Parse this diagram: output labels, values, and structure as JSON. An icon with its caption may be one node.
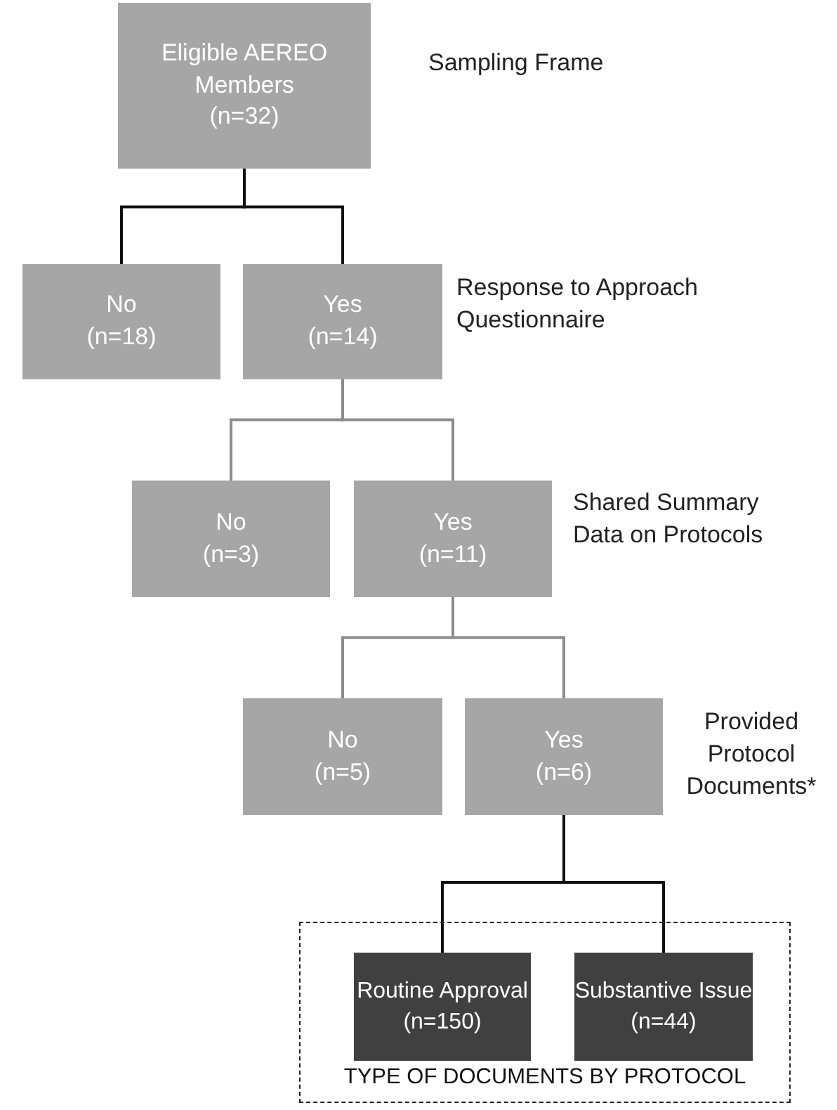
{
  "diagram": {
    "nodes": [
      {
        "text": [
          "Eligible AEREO Members",
          "(n=32)"
        ]
      },
      {
        "text": [
          "No",
          "(n=18)"
        ]
      },
      {
        "text": [
          "Yes",
          "(n=14)"
        ]
      },
      {
        "text": [
          "No",
          "(n=3)"
        ]
      },
      {
        "text": [
          "Yes",
          "(n=11)"
        ]
      },
      {
        "text": [
          "No",
          "(n=5)"
        ]
      },
      {
        "text": [
          "Yes",
          "(n=6)"
        ]
      },
      {
        "text": [
          "TYPE OF DOCUMENTS BY PROTOCOL"
        ]
      },
      {
        "text": [
          "Routine Approval",
          "(n=150)"
        ],
        "in": 7
      },
      {
        "text": [
          "Substantive Issue",
          "(n=44)"
        ],
        "in": 7
      }
    ],
    "edges": [
      {
        "from": 0,
        "to": 1,
        "arrow": "none"
      },
      {
        "from": 0,
        "to": 2,
        "arrow": "none"
      },
      {
        "from": 2,
        "to": 3,
        "arrow": "none",
        "color": "#8c8c8c"
      },
      {
        "from": 2,
        "to": 4,
        "arrow": "none",
        "color": "#8c8c8c"
      },
      {
        "from": 4,
        "to": 5,
        "arrow": "none",
        "color": "#8c8c8c"
      },
      {
        "from": 4,
        "to": 6,
        "arrow": "none",
        "color": "#8c8c8c"
      },
      {
        "from": 6,
        "to": 8,
        "arrow": "none"
      },
      {
        "from": 6,
        "to": 9,
        "arrow": "none"
      }
    ],
    "labels": [
      "Sampling Frame",
      "Response to Approach Questionnaire",
      "Shared Summary Data on Protocols",
      "Provided Protocol Documents*"
    ]
  }
}
